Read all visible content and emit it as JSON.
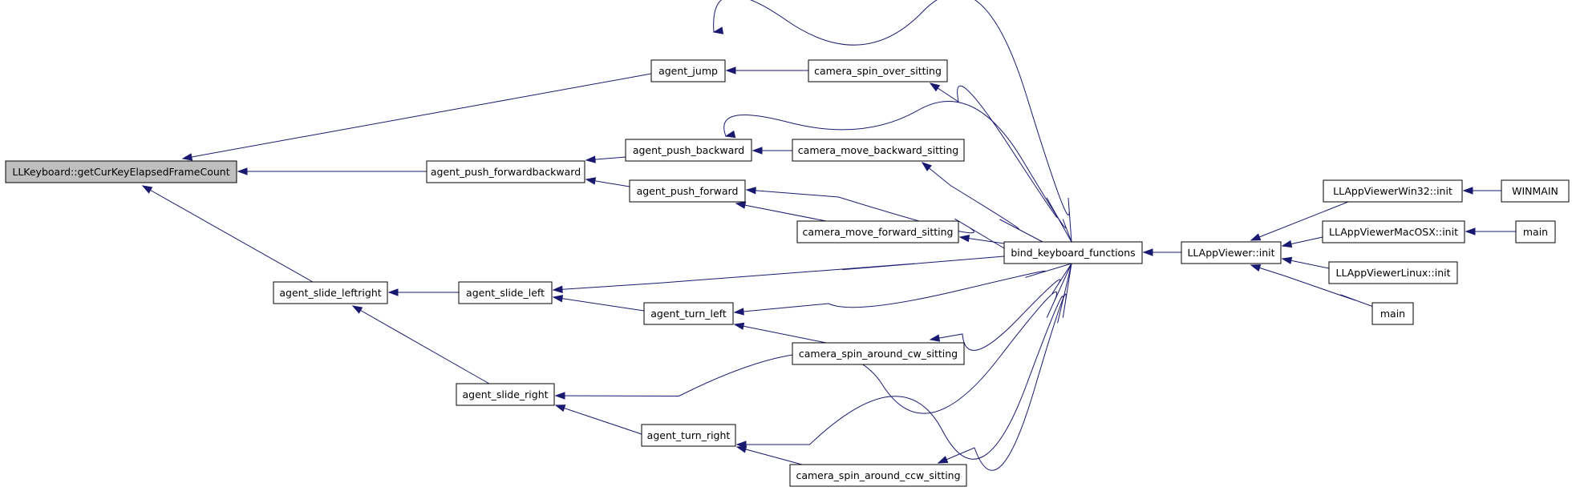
{
  "graph": {
    "root": "LLKeyboard::getCurKeyElapsedFrameCount",
    "colors": {
      "edge": "#191970",
      "root_fill": "#bfbfbf",
      "node_fill": "#ffffff",
      "border": "#000000"
    },
    "nodes": [
      {
        "id": "n0",
        "label": "LLKeyboard::getCurKeyElapsedFrameCount"
      },
      {
        "id": "n1",
        "label": "agent_jump"
      },
      {
        "id": "n2",
        "label": "camera_spin_over_sitting"
      },
      {
        "id": "n3",
        "label": "agent_push_forwardbackward"
      },
      {
        "id": "n4",
        "label": "agent_push_backward"
      },
      {
        "id": "n5",
        "label": "camera_move_backward_sitting"
      },
      {
        "id": "n6",
        "label": "agent_push_forward"
      },
      {
        "id": "n7",
        "label": "camera_move_forward_sitting"
      },
      {
        "id": "n8",
        "label": "bind_keyboard_functions"
      },
      {
        "id": "n9",
        "label": "LLAppViewer::init"
      },
      {
        "id": "n10",
        "label": "LLAppViewerWin32::init"
      },
      {
        "id": "n11",
        "label": "WINMAIN"
      },
      {
        "id": "n12",
        "label": "LLAppViewerMacOSX::init"
      },
      {
        "id": "n13",
        "label": "main"
      },
      {
        "id": "n14",
        "label": "LLAppViewerLinux::init"
      },
      {
        "id": "n15",
        "label": "main"
      },
      {
        "id": "n16",
        "label": "agent_slide_leftright"
      },
      {
        "id": "n17",
        "label": "agent_slide_left"
      },
      {
        "id": "n18",
        "label": "agent_turn_left"
      },
      {
        "id": "n19",
        "label": "camera_spin_around_cw_sitting"
      },
      {
        "id": "n20",
        "label": "agent_slide_right"
      },
      {
        "id": "n21",
        "label": "agent_turn_right"
      },
      {
        "id": "n22",
        "label": "camera_spin_around_ccw_sitting"
      }
    ],
    "edges": [
      {
        "from": "n1",
        "to": "n0"
      },
      {
        "from": "n3",
        "to": "n0"
      },
      {
        "from": "n16",
        "to": "n0"
      },
      {
        "from": "n2",
        "to": "n1"
      },
      {
        "from": "n8",
        "to": "n1"
      },
      {
        "from": "n4",
        "to": "n3"
      },
      {
        "from": "n6",
        "to": "n3"
      },
      {
        "from": "n5",
        "to": "n4"
      },
      {
        "from": "n8",
        "to": "n4"
      },
      {
        "from": "n8",
        "to": "n6"
      },
      {
        "from": "n7",
        "to": "n6"
      },
      {
        "from": "n8",
        "to": "n2"
      },
      {
        "from": "n8",
        "to": "n5"
      },
      {
        "from": "n8",
        "to": "n7"
      },
      {
        "from": "n9",
        "to": "n8"
      },
      {
        "from": "n10",
        "to": "n9"
      },
      {
        "from": "n12",
        "to": "n9"
      },
      {
        "from": "n14",
        "to": "n9"
      },
      {
        "from": "n15",
        "to": "n9"
      },
      {
        "from": "n11",
        "to": "n10"
      },
      {
        "from": "n13",
        "to": "n12"
      },
      {
        "from": "n17",
        "to": "n16"
      },
      {
        "from": "n20",
        "to": "n16"
      },
      {
        "from": "n8",
        "to": "n17"
      },
      {
        "from": "n18",
        "to": "n17"
      },
      {
        "from": "n8",
        "to": "n18"
      },
      {
        "from": "n19",
        "to": "n18"
      },
      {
        "from": "n8",
        "to": "n19"
      },
      {
        "from": "n8",
        "to": "n20"
      },
      {
        "from": "n21",
        "to": "n20"
      },
      {
        "from": "n8",
        "to": "n21"
      },
      {
        "from": "n22",
        "to": "n21"
      },
      {
        "from": "n8",
        "to": "n22"
      }
    ]
  }
}
